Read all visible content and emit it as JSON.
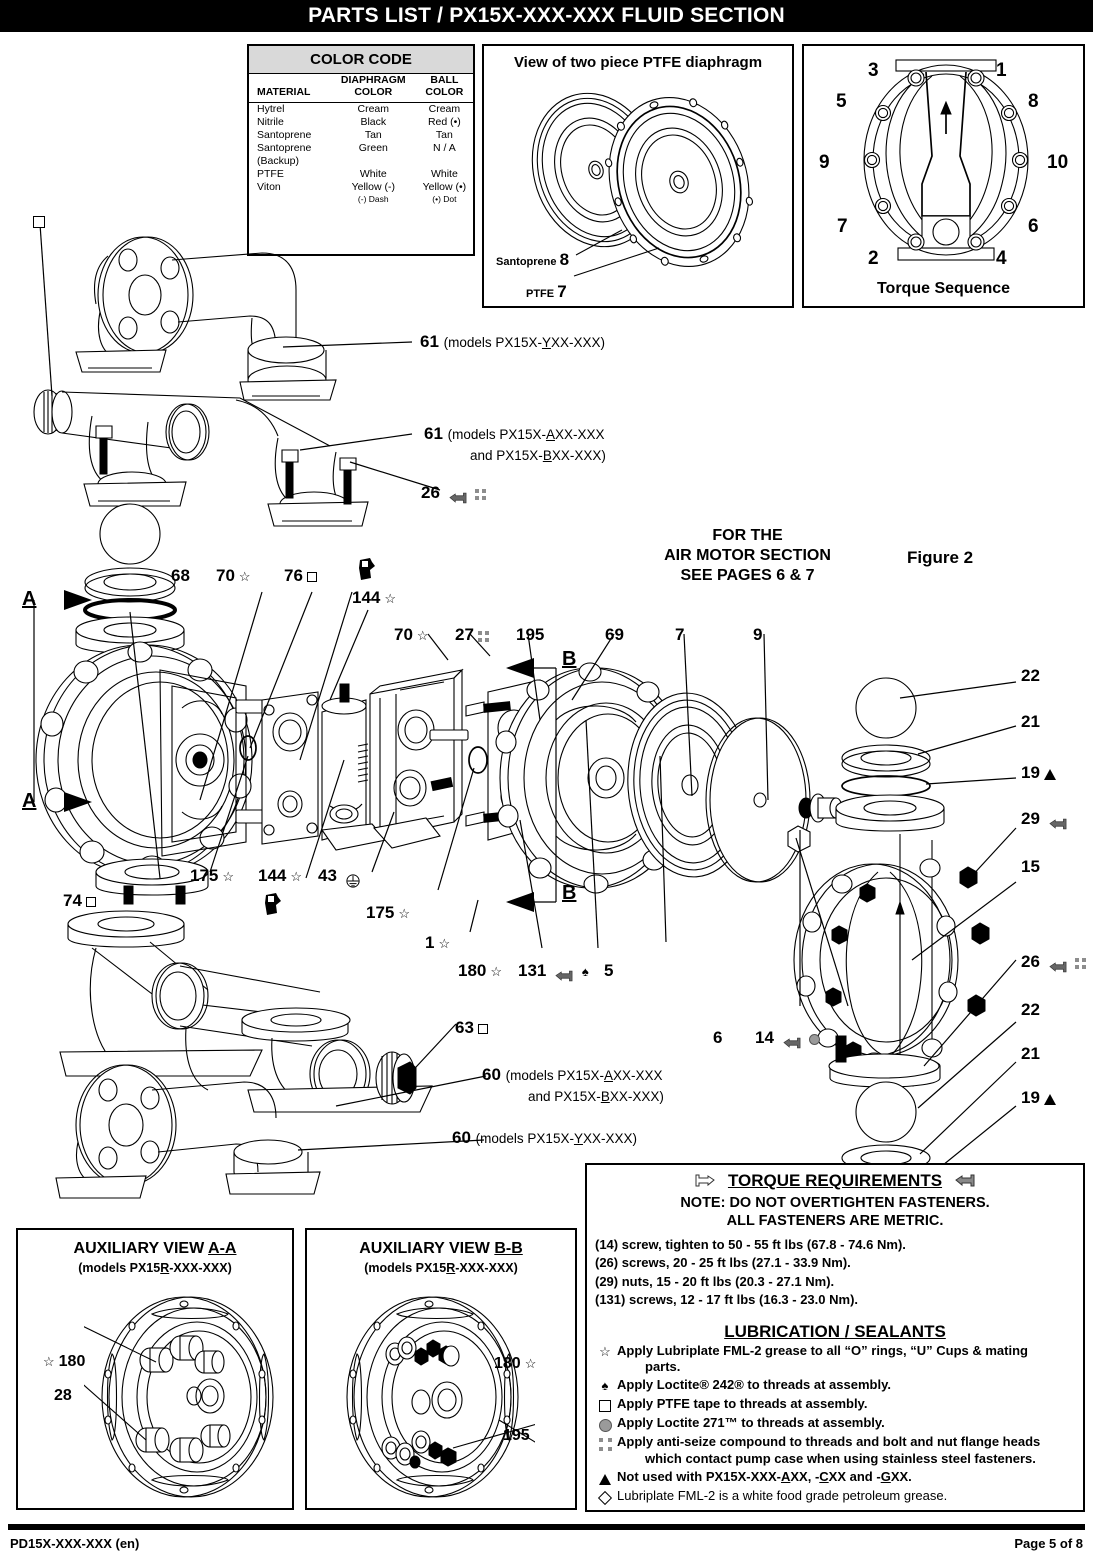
{
  "header": {
    "title": "PARTS LIST / PX15X-XXX-XXX FLUID SECTION"
  },
  "footer": {
    "left": "PD15X-XXX-XXX (en)",
    "right": "Page  5 of 8"
  },
  "color_code": {
    "title": "COLOR CODE",
    "columns": [
      "MATERIAL",
      "DIAPHRAGM COLOR",
      "BALL COLOR"
    ],
    "col1_label": "MATERIAL",
    "col2_line1": "DIAPHRAGM",
    "col2_line2": "COLOR",
    "col3_line1": "BALL",
    "col3_line2": "COLOR",
    "rows": [
      {
        "material": "Hytrel",
        "diaphragm": "Cream",
        "ball": "Cream"
      },
      {
        "material": "Nitrile",
        "diaphragm": "Black",
        "ball": "Red (•)"
      },
      {
        "material": "Santoprene",
        "diaphragm": "Tan",
        "ball": "Tan"
      },
      {
        "material": "Santoprene",
        "diaphragm": "Green",
        "ball": "N / A"
      },
      {
        "material": " (Backup)",
        "diaphragm": "",
        "ball": ""
      },
      {
        "material": "PTFE",
        "diaphragm": "White",
        "ball": "White"
      },
      {
        "material": "Viton",
        "diaphragm": "Yellow (-)",
        "ball": "Yellow (•)"
      }
    ],
    "note_dash": "(-) Dash",
    "note_dot": "(•) Dot"
  },
  "ptfe_view": {
    "caption": "View of two piece PTFE diaphragm",
    "label_santoprene": "Santoprene",
    "label_santoprene_num": "8",
    "label_ptfe": "PTFE",
    "label_ptfe_num": "7"
  },
  "torque_sequence": {
    "caption": "Torque Sequence",
    "numbers": [
      "3",
      "1",
      "5",
      "8",
      "9",
      "10",
      "7",
      "6",
      "2",
      "4"
    ]
  },
  "diagram": {
    "air_motor_note": "FOR THE\nAIR MOTOR SECTION\nSEE PAGES 6 & 7",
    "air_motor_note_l1": "FOR THE",
    "air_motor_note_l2": "AIR MOTOR SECTION",
    "air_motor_note_l3": "SEE PAGES 6 & 7",
    "figure_label": "Figure 2",
    "section_letters": [
      "A",
      "A",
      "B",
      "B"
    ],
    "callouts": [
      {
        "num": "61",
        "suffix": "(models PX15X-YXX-XXX)",
        "symbols": []
      },
      {
        "num": "61",
        "suffix": "(models PX15X-AXX-XXX",
        "suffix2": "and PX15X-BXX-XXX)",
        "symbols": []
      },
      {
        "num": "26",
        "symbols": [
          "hand",
          "grid"
        ]
      },
      {
        "num": "68",
        "symbols": []
      },
      {
        "num": "70",
        "symbols": [
          "star"
        ]
      },
      {
        "num": "76",
        "symbols": [
          "square"
        ]
      },
      {
        "num": "144",
        "symbols": [
          "star"
        ]
      },
      {
        "num": "70",
        "symbols": [
          "star"
        ]
      },
      {
        "num": "27",
        "symbols": [
          "grid"
        ]
      },
      {
        "num": "195",
        "symbols": []
      },
      {
        "num": "69",
        "symbols": []
      },
      {
        "num": "7",
        "symbols": []
      },
      {
        "num": "9",
        "symbols": []
      },
      {
        "num": "175",
        "symbols": [
          "star"
        ]
      },
      {
        "num": "144",
        "symbols": [
          "star"
        ]
      },
      {
        "num": "43",
        "symbols": [
          "ground"
        ]
      },
      {
        "num": "74",
        "symbols": [
          "square"
        ]
      },
      {
        "num": "175",
        "symbols": [
          "star"
        ]
      },
      {
        "num": "1",
        "symbols": [
          "star"
        ]
      },
      {
        "num": "180",
        "symbols": [
          "star"
        ]
      },
      {
        "num": "131",
        "symbols": [
          "hand",
          "spade"
        ]
      },
      {
        "num": "5",
        "symbols": []
      },
      {
        "num": "63",
        "symbols": [
          "square"
        ]
      },
      {
        "num": "6",
        "symbols": []
      },
      {
        "num": "14",
        "symbols": [
          "hand",
          "circle"
        ]
      },
      {
        "num": "60",
        "suffix": "(models PX15X-AXX-XXX",
        "suffix2": "and PX15X-BXX-XXX)",
        "symbols": []
      },
      {
        "num": "60",
        "suffix": "(models PX15X-YXX-XXX)",
        "symbols": []
      },
      {
        "num": "22",
        "symbols": []
      },
      {
        "num": "21",
        "symbols": []
      },
      {
        "num": "19",
        "symbols": [
          "triangle"
        ]
      },
      {
        "num": "29",
        "symbols": [
          "hand"
        ]
      },
      {
        "num": "15",
        "symbols": []
      },
      {
        "num": "26",
        "symbols": [
          "hand",
          "grid"
        ]
      },
      {
        "num": "22",
        "symbols": []
      },
      {
        "num": "21",
        "symbols": []
      },
      {
        "num": "19",
        "symbols": [
          "triangle"
        ]
      }
    ],
    "c_61a": "61",
    "c_61a_txt": "(models PX15X-YXX-XXX)",
    "c_61b": "61",
    "c_61b_txt": "(models PX15X-AXX-XXX",
    "c_61b_txt2": "and PX15X-BXX-XXX)",
    "c_26": "26",
    "c_68": "68",
    "c_70a": "70",
    "c_76": "76",
    "c_144a": "144",
    "c_70b": "70",
    "c_27": "27",
    "c_195": "195",
    "c_69": "69",
    "c_7": "7",
    "c_9": "9",
    "c_175a": "175",
    "c_144b": "144",
    "c_43": "43",
    "c_74": "74",
    "c_175b": "175",
    "c_1": "1",
    "c_180": "180",
    "c_131": "131",
    "c_5": "5",
    "c_63": "63",
    "c_6": "6",
    "c_14": "14",
    "c_60a": "60",
    "c_60a_txt": "(models PX15X-AXX-XXX",
    "c_60a_txt2": "and PX15X-BXX-XXX)",
    "c_60b": "60",
    "c_60b_txt": "(models PX15X-YXX-XXX)",
    "c_22a": "22",
    "c_21a": "21",
    "c_19a": "19",
    "c_29": "29",
    "c_15": "15",
    "c_26b": "26",
    "c_22b": "22",
    "c_21b": "21",
    "c_19b": "19"
  },
  "aux_a": {
    "title_pre": "AUXILIARY VIEW ",
    "title_ul": "A-A",
    "subtitle_pre": "(models PX15",
    "subtitle_ul": "R",
    "subtitle_post": "-XXX-XXX)",
    "callouts": [
      {
        "num": "180",
        "symbols": [
          "star"
        ]
      },
      {
        "num": "28",
        "symbols": []
      }
    ],
    "c_180": "180",
    "c_28": "28"
  },
  "aux_b": {
    "title_pre": "AUXILIARY VIEW ",
    "title_ul": "B-B",
    "subtitle_pre": "(models PX15",
    "subtitle_ul": "R",
    "subtitle_post": "-XXX-XXX)",
    "callouts": [
      {
        "num": "180",
        "symbols": [
          "star"
        ]
      },
      {
        "num": "195",
        "symbols": []
      }
    ],
    "c_180": "180",
    "c_195": "195"
  },
  "torque_req": {
    "heading": "TORQUE REQUIREMENTS",
    "note_l1": "NOTE: DO NOT OVERTIGHTEN FASTENERS.",
    "note_l2": "ALL FASTENERS ARE METRIC.",
    "lines": [
      "(14) screw, tighten to 50 - 55 ft lbs (67.8 - 74.6 Nm).",
      "(26) screws, 20 - 25 ft lbs (27.1 - 33.9 Nm).",
      "(29) nuts, 15 - 20 ft lbs (20.3 - 27.1 Nm).",
      "(131) screws, 12 - 17 ft lbs (16.3 - 23.0 Nm)."
    ],
    "l1": "(14) screw, tighten to 50 - 55 ft lbs (67.8 - 74.6 Nm).",
    "l2": "(26) screws, 20 - 25 ft lbs (27.1 - 33.9 Nm).",
    "l3": "(29) nuts, 15 - 20 ft lbs (20.3 - 27.1 Nm).",
    "l4": "(131) screws, 12 - 17 ft lbs (16.3 - 23.0 Nm)."
  },
  "lubrication": {
    "heading": "LUBRICATION / SEALANTS",
    "items": [
      {
        "symbol": "star",
        "text": "Apply Lubriplate FML-2 grease to all “O” rings, “U” Cups & mating parts."
      },
      {
        "symbol": "spade",
        "text": "Apply Loctite® 242® to threads at assembly."
      },
      {
        "symbol": "square",
        "text": "Apply PTFE tape to threads at assembly."
      },
      {
        "symbol": "circle",
        "text": "Apply Loctite 271™ to threads at assembly."
      },
      {
        "symbol": "grid",
        "text": "Apply anti-seize compound to threads and bolt and nut flange heads which contact pump case when using stainless steel fasteners."
      },
      {
        "symbol": "triangle",
        "text": "Not used with PX15X-XXX-AXX, -CXX and -GXX."
      },
      {
        "symbol": "diamond",
        "text": "Lubriplate FML-2 is a white food grade petroleum grease."
      }
    ],
    "i1a": "Apply Lubriplate FML-2 grease to all “O” rings, “U” Cups & mating",
    "i1b": "parts.",
    "i2": "Apply Loctite® 242® to threads at assembly.",
    "i3": "Apply PTFE tape to threads at assembly.",
    "i4": "Apply Loctite 271™ to threads at assembly.",
    "i5a": "Apply anti-seize compound to threads and bolt and nut flange heads",
    "i5b": "which contact pump case when using stainless steel fasteners.",
    "i6": "Not used with PX15X-XXX-AXX, -CXX and -GXX.",
    "i7": "Lubriplate FML-2 is a white food grade petroleum grease."
  }
}
